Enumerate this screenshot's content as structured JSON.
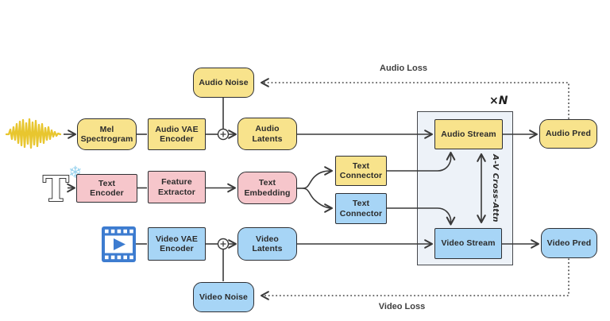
{
  "title": "Audio-Video generation architecture diagram",
  "colors": {
    "yellow": "#F8E38C",
    "pink": "#F6C6CB",
    "blue": "#A7D5F6",
    "container_fill": "#EDF2F8",
    "line": "#3A3A3A",
    "icon_blue": "#3D7CD0",
    "waveform_gold": "#E8C62F",
    "snowflake_blue": "#9AD3EE"
  },
  "boxes": {
    "mel_spectrogram": "Mel Spectrogram",
    "audio_vae_encoder": "Audio VAE Encoder",
    "audio_latents": "Audio Latents",
    "audio_noise": "Audio Noise",
    "text_encoder": "Text Encoder",
    "feature_extractor": "Feature Extractor",
    "text_embedding": "Text Embedding",
    "text_connector_audio": "Text Connector",
    "text_connector_video": "Text Connector",
    "video_vae_encoder": "Video VAE Encoder",
    "video_latents": "Video Latents",
    "video_noise": "Video Noise",
    "audio_stream": "Audio Stream",
    "video_stream": "Video Stream",
    "audio_pred": "Audio Pred",
    "video_pred": "Video Pred"
  },
  "labels": {
    "audio_loss": "Audio Loss",
    "video_loss": "Video Loss",
    "repeat_n": "×N",
    "av_cross_attn": "A-V Cross-Attn"
  },
  "icons": {
    "text_glyph": "T",
    "snowflake_glyph": "❄",
    "waveform": "audio-waveform-icon",
    "video": "video-clip-icon"
  }
}
